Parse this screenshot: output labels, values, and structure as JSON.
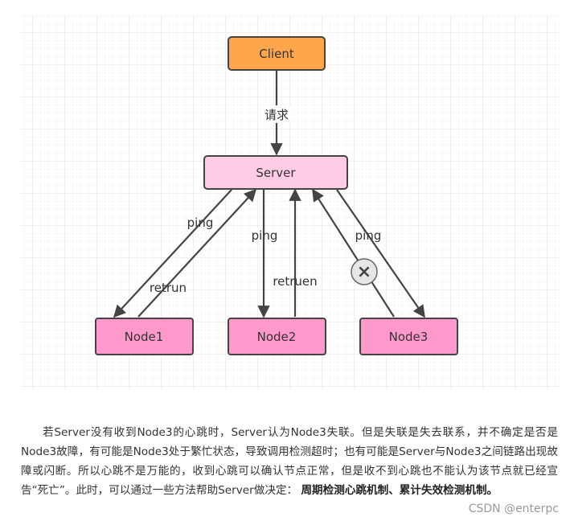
{
  "diagram": {
    "nodes": {
      "client": "Client",
      "server": "Server",
      "node1": "Node1",
      "node2": "Node2",
      "node3": "Node3"
    },
    "edges": {
      "request": "请求",
      "ping_node1": "ping",
      "return_node1": "retrun",
      "ping_node2": "ping",
      "return_node2": "retruen",
      "ping_node3": "ping"
    },
    "failure_marker": "×",
    "colors": {
      "client_fill": "#ffa64d",
      "server_fill": "#ffcce6",
      "node_fill": "#ff99cc",
      "stroke": "#444444",
      "grid": "#ececec"
    }
  },
  "text": {
    "paragraph_main": "若Server没有收到Node3的心跳时，Server认为Node3失联。但是失联是失去联系，并不确定是否是Node3故障，有可能是Node3处于繁忙状态，导致调用检测超时；也有可能是Server与Node3之间链路出现故障或闪断。所以心跳不是万能的，收到心跳可以确认节点正常，但是收不到心跳也不能认为该节点就已经宣告“死亡”。此时，可以通过一些方法帮助Server做决定：",
    "paragraph_bold": "周期检测心跳机制、累计失效检测机制。",
    "watermark": "CSDN @enterpc"
  }
}
